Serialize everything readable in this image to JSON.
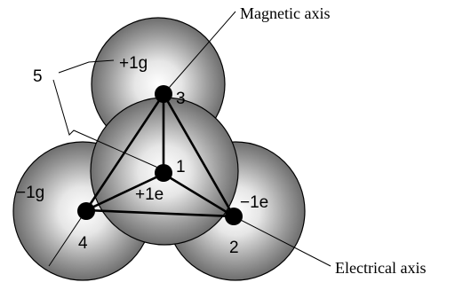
{
  "labels": {
    "magnetic_axis": "Magnetic axis",
    "electrical_axis": "Electrical axis",
    "ref_5": "5",
    "charge_top": "+1g",
    "charge_left": "−1g",
    "charge_center": "+1e",
    "charge_right": "−1e",
    "node_1": "1",
    "node_2": "2",
    "node_3": "3",
    "node_4": "4"
  }
}
